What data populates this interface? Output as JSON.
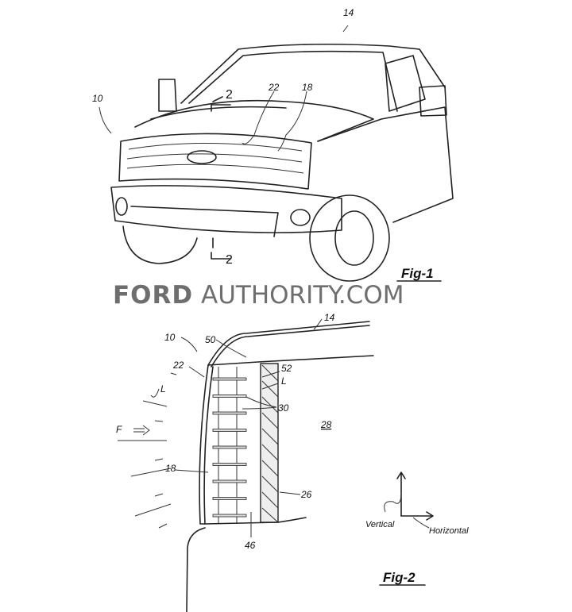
{
  "watermark": {
    "brand": "FORD",
    "rest": "AUTHORITY.COM"
  },
  "figure1": {
    "title": "Fig-1",
    "labels": {
      "vehicle_top": "14",
      "vehicle": "10",
      "section_top": "2",
      "section_bottom": "2",
      "hood": "22",
      "grille": "18"
    }
  },
  "figure2": {
    "title": "Fig-2",
    "labels": {
      "roof": "14",
      "vehicle": "10",
      "part50": "50",
      "hood": "22",
      "part52": "52",
      "light_right": "L",
      "light_left": "L",
      "part30": "30",
      "cabin": "28",
      "flow": "F",
      "grille": "18",
      "panel": "26",
      "part46": "46"
    },
    "axes": {
      "vertical": "Vertical",
      "horizontal": "Horizontal"
    }
  }
}
